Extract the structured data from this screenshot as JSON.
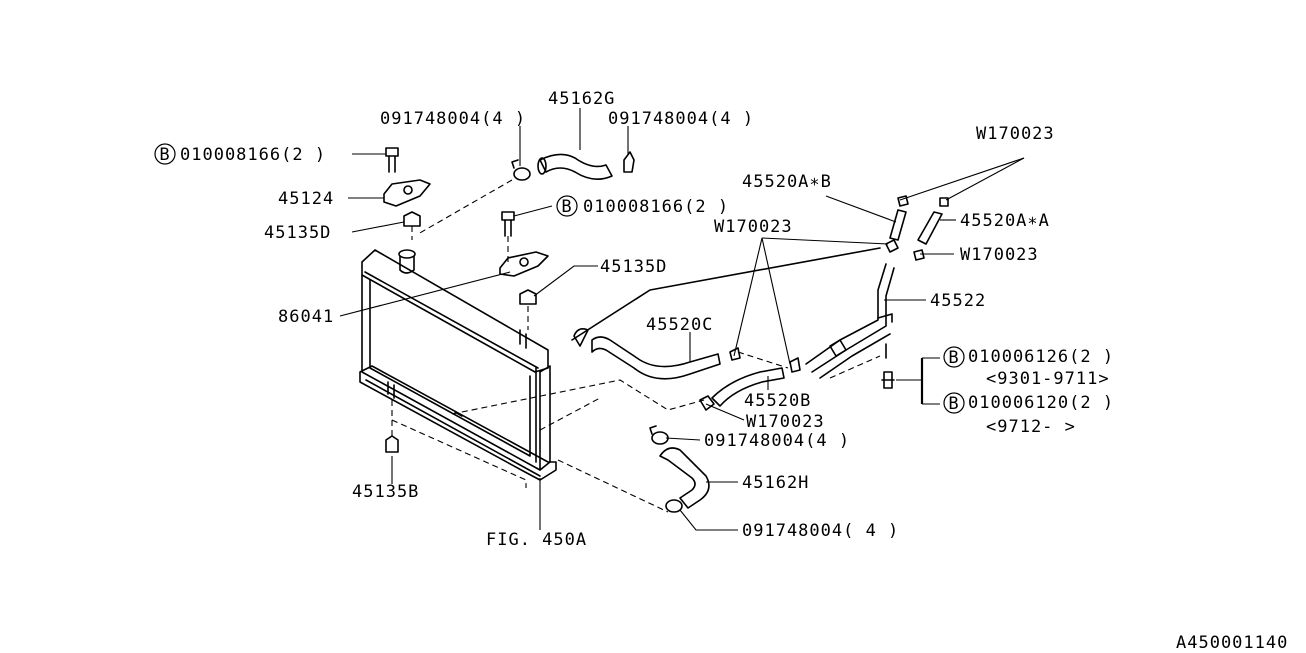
{
  "labels": {
    "hose_upper": "45162G",
    "clamp_upper_left": "091748004(4 )",
    "clamp_upper_right": "091748004(4 )",
    "bolt_bracket_left": "010008166(2 )",
    "bracket": "45124",
    "cushion_upper_left": "45135D",
    "bolt_bracket_right": "010008166(2 )",
    "cushion_upper_right": "45135D",
    "radiator": "86041",
    "cushion_lower": "45135B",
    "fig_ref": "FIG. 450A",
    "clip_top_right": "W170023",
    "hose_ab": "45520A∗B",
    "hose_aa": "45520A∗A",
    "clip_mid_right": "W170023",
    "clip_center": "W170023",
    "pipe": "45522",
    "hose_c": "45520C",
    "bolt_pipe_1": "010006126(2 )",
    "bolt_pipe_1_range": "<9301-9711>",
    "bolt_pipe_2": "010006120(2 )",
    "bolt_pipe_2_range": "<9712-    >",
    "hose_b": "45520B",
    "clip_lower": "W170023",
    "clamp_lower_1": "091748004(4 )",
    "hose_lower": "45162H",
    "clamp_lower_2": "091748004( 4 )",
    "diagram_id": "A450001140"
  },
  "bolt_marker": "B",
  "colors": {
    "line": "#000000",
    "background": "#ffffff"
  }
}
